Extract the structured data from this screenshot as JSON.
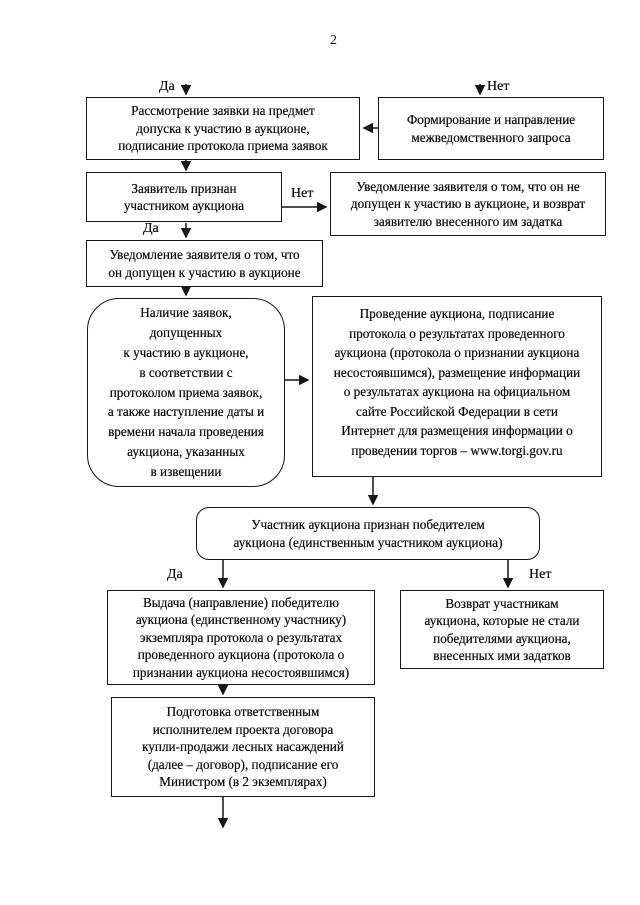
{
  "page": {
    "number": "2"
  },
  "colors": {
    "ink": "#161616",
    "background": "#ffffff"
  },
  "labels": {
    "yes_top": "Да",
    "no_top": "Нет",
    "no_mid": "Нет",
    "yes_mid": "Да",
    "yes_bottom": "Да",
    "no_bottom": "Нет"
  },
  "nodes": {
    "consider": {
      "lines": [
        "Рассмотрение заявки на предмет",
        "допуска к участию в аукционе,",
        "подписание протокола приема заявок"
      ]
    },
    "form_request": {
      "lines": [
        "Формирование и направление",
        "межведомственного запроса"
      ]
    },
    "recognized": {
      "lines": [
        "Заявитель признан",
        "участником аукциона"
      ]
    },
    "notify_rejected": {
      "lines": [
        "Уведомление заявителя о том, что он не",
        "допущен к участию в аукционе, и возврат",
        "заявителю внесенного им задатка"
      ]
    },
    "notify_admitted": {
      "lines": [
        "Уведомление заявителя о том, что",
        "он допущен к участию в аукционе"
      ]
    },
    "availability": {
      "lines": [
        "Наличие заявок,",
        "допущенных",
        "к участию в аукционе,",
        "в соответствии с",
        "протоколом приема заявок,",
        "а также наступление даты и",
        "времени начала проведения",
        "аукциона, указанных",
        "в извещении"
      ]
    },
    "auction": {
      "lines": [
        "Проведение аукциона, подписание",
        "протокола о результатах проведенного",
        "аукциона (протокола о признании аукциона",
        "несостоявшимся), размещение информации",
        "о результатах аукциона на официальном",
        "сайте Российской Федерации в сети",
        "Интернет для размещения информации о",
        "проведении торгов  – www.torgi.gov.ru"
      ]
    },
    "winner": {
      "lines": [
        "Участник аукциона признан победителем",
        "аукциона (единственным участником аукциона)"
      ]
    },
    "issue_protocol": {
      "lines": [
        "Выдача (направление) победителю",
        "аукциона (единственному участнику)",
        "экземпляра протокола о результатах",
        "проведенного аукциона (протокола о",
        "признании аукциона несостоявшимся)"
      ]
    },
    "return_deposits": {
      "lines": [
        "Возврат участникам",
        "аукциона, которые не стали",
        "победителями аукциона,",
        "внесенных ими задатков"
      ]
    },
    "prepare_contract": {
      "lines": [
        "Подготовка ответственным",
        "исполнителем проекта договора",
        "купли-продажи лесных насаждений",
        "(далее – договор), подписание его",
        "Министром (в 2 экземплярах)"
      ]
    }
  },
  "edges": [
    {
      "from": "previous-page",
      "to": "consider",
      "label": "Да"
    },
    {
      "from": "previous-page",
      "to": "form_request",
      "label": "Нет"
    },
    {
      "from": "form_request",
      "to": "consider",
      "label": ""
    },
    {
      "from": "consider",
      "to": "recognized",
      "label": ""
    },
    {
      "from": "recognized",
      "to": "notify_rejected",
      "label": "Нет"
    },
    {
      "from": "recognized",
      "to": "notify_admitted",
      "label": "Да"
    },
    {
      "from": "notify_admitted",
      "to": "availability",
      "label": ""
    },
    {
      "from": "availability",
      "to": "auction",
      "label": ""
    },
    {
      "from": "auction",
      "to": "winner",
      "label": ""
    },
    {
      "from": "winner",
      "to": "issue_protocol",
      "label": "Да"
    },
    {
      "from": "winner",
      "to": "return_deposits",
      "label": "Нет"
    },
    {
      "from": "issue_protocol",
      "to": "prepare_contract",
      "label": ""
    },
    {
      "from": "prepare_contract",
      "to": "next-page",
      "label": ""
    }
  ]
}
